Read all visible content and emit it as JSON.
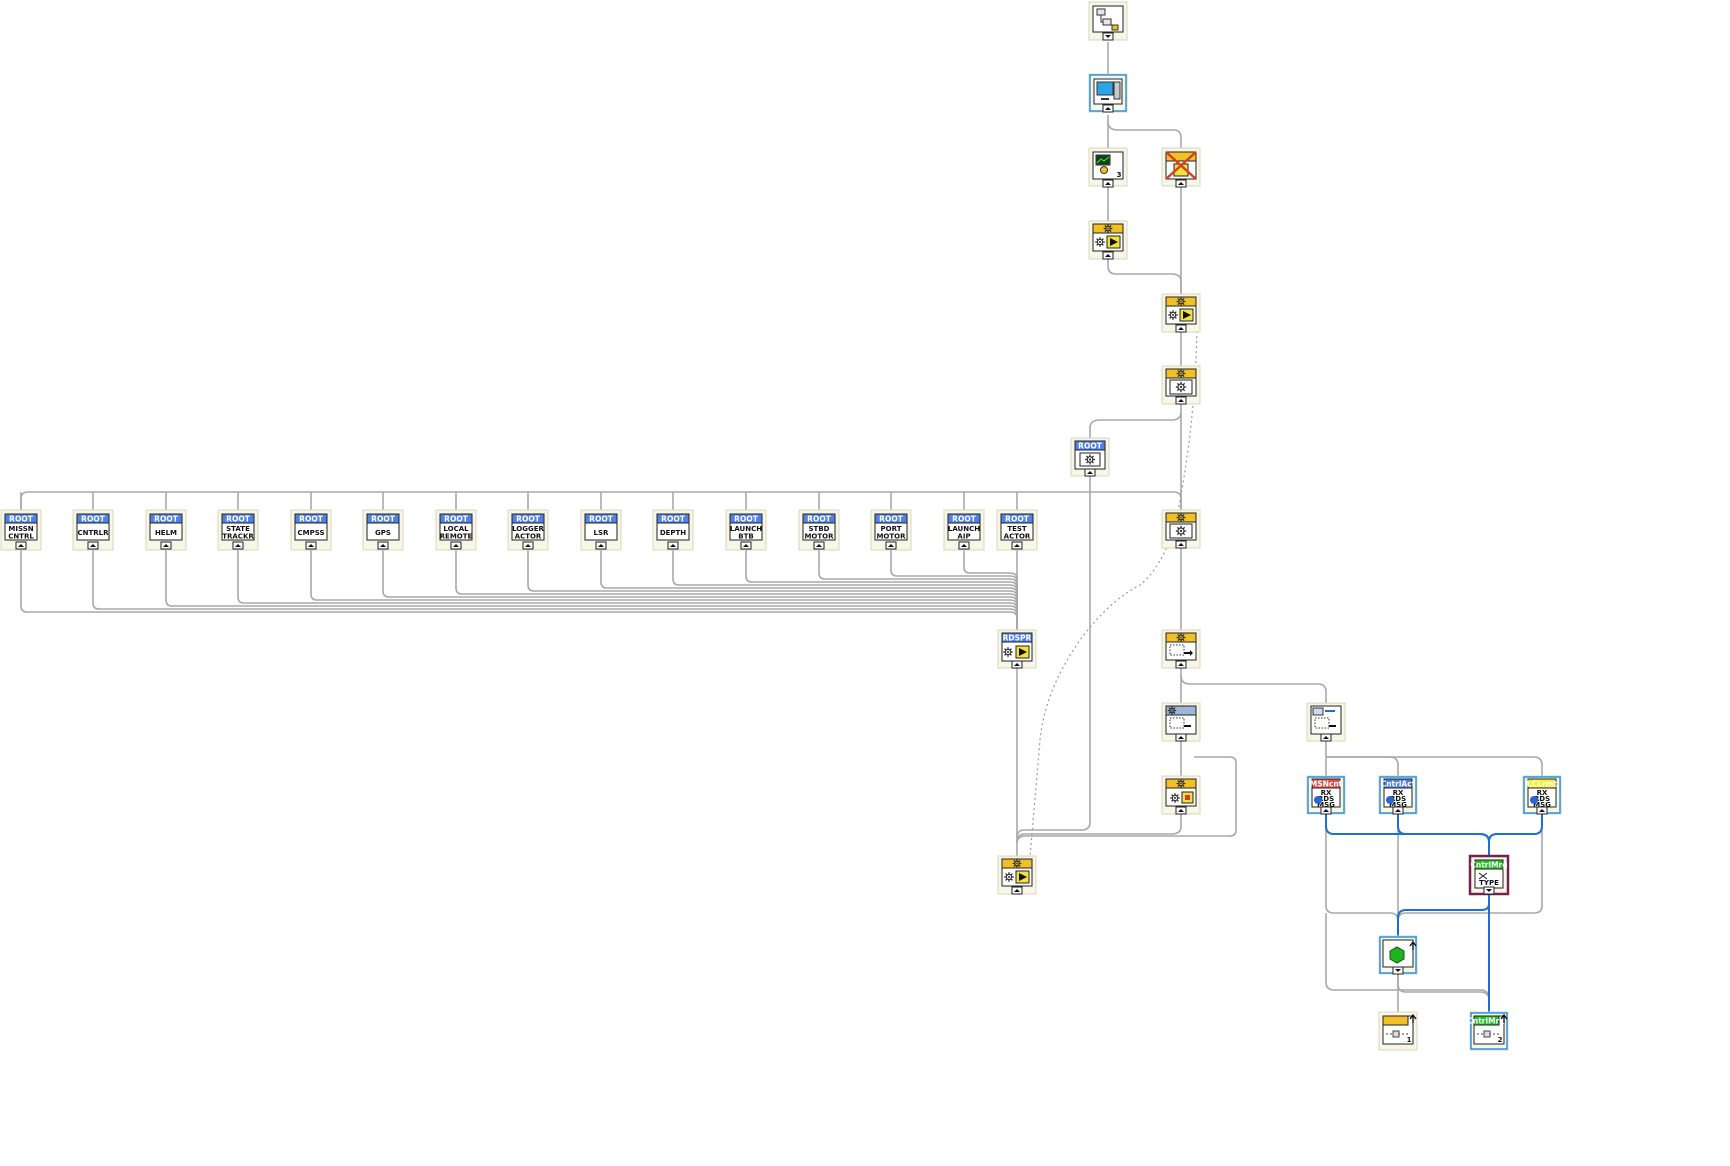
{
  "diagram": {
    "root_header": "ROOT",
    "actor_nodes": [
      {
        "id": "missn",
        "lines": [
          "MISSN",
          "CNTRL"
        ]
      },
      {
        "id": "cntrlr",
        "lines": [
          "CNTRLR"
        ]
      },
      {
        "id": "helm",
        "lines": [
          "HELM"
        ]
      },
      {
        "id": "state",
        "lines": [
          "STATE",
          "TRACKR"
        ]
      },
      {
        "id": "cmpss",
        "lines": [
          "CMPSS"
        ]
      },
      {
        "id": "gps",
        "lines": [
          "GPS"
        ]
      },
      {
        "id": "local",
        "lines": [
          "LOCAL",
          "REMOTE"
        ]
      },
      {
        "id": "logger",
        "lines": [
          "LOGGER",
          "ACTOR"
        ]
      },
      {
        "id": "lsr",
        "lines": [
          "LSR"
        ]
      },
      {
        "id": "depth",
        "lines": [
          "DEPTH"
        ]
      },
      {
        "id": "launchbtb",
        "lines": [
          "LAUNCH",
          "BTB"
        ]
      },
      {
        "id": "stbd",
        "lines": [
          "STBD",
          "MOTOR"
        ]
      },
      {
        "id": "port",
        "lines": [
          "PORT",
          "MOTOR"
        ]
      },
      {
        "id": "launchaip",
        "lines": [
          "LAUNCH",
          "AIP"
        ]
      },
      {
        "id": "test",
        "lines": [
          "TEST",
          "ACTOR"
        ]
      }
    ],
    "rdspr_header": "RDSPR",
    "msn_header": "MSNcnt",
    "cntrl_header": "CntrlAct",
    "lcl_header": "LCLrmt",
    "rx_msg_lines": [
      "RX",
      "RDS",
      "MSG"
    ],
    "cntrl_type_header": "CntrlMrg",
    "cntrl_type_label": "TYPE",
    "indicator_one": "1",
    "indicator_two": "2",
    "indicator_three": "3",
    "colors": {
      "wire": "#a8a8a8",
      "wire_blue": "#1d6fd6",
      "root_header": "#4f81e6",
      "gear_header": "#f2c024",
      "frame_bg": "#f7f6e7",
      "node_border_blue": "#1f8fe8",
      "type_border": "#7a1d4f",
      "cube_green": "#1eb51e",
      "msn_header": "#e0524f",
      "lcl_header": "#f5f030",
      "green_header": "#22c422"
    }
  }
}
